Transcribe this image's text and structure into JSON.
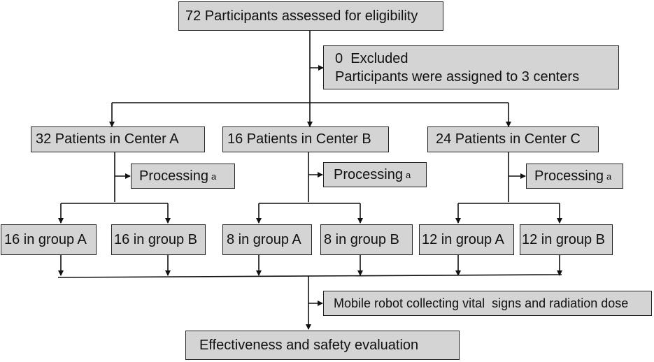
{
  "nodes": {
    "assessed": "72 Participants assessed for eligibility",
    "excluded_line1": "0  Excluded",
    "excluded_line2": "Participants were assigned to 3 centers",
    "center_a": "32 Patients in Center A",
    "center_b": "16 Patients in Center B",
    "center_c": "24 Patients in Center C",
    "processing": "Processing",
    "processing_mark": "a",
    "a_group_a": "16 in group A",
    "a_group_b": "16 in group B",
    "b_group_a": "8 in group A",
    "b_group_b": "8 in group B",
    "c_group_a": "12 in group A",
    "c_group_b": "12 in group B",
    "robot": "Mobile robot collecting vital  signs and radiation dose",
    "evaluation": "Effectiveness and safety evaluation"
  }
}
